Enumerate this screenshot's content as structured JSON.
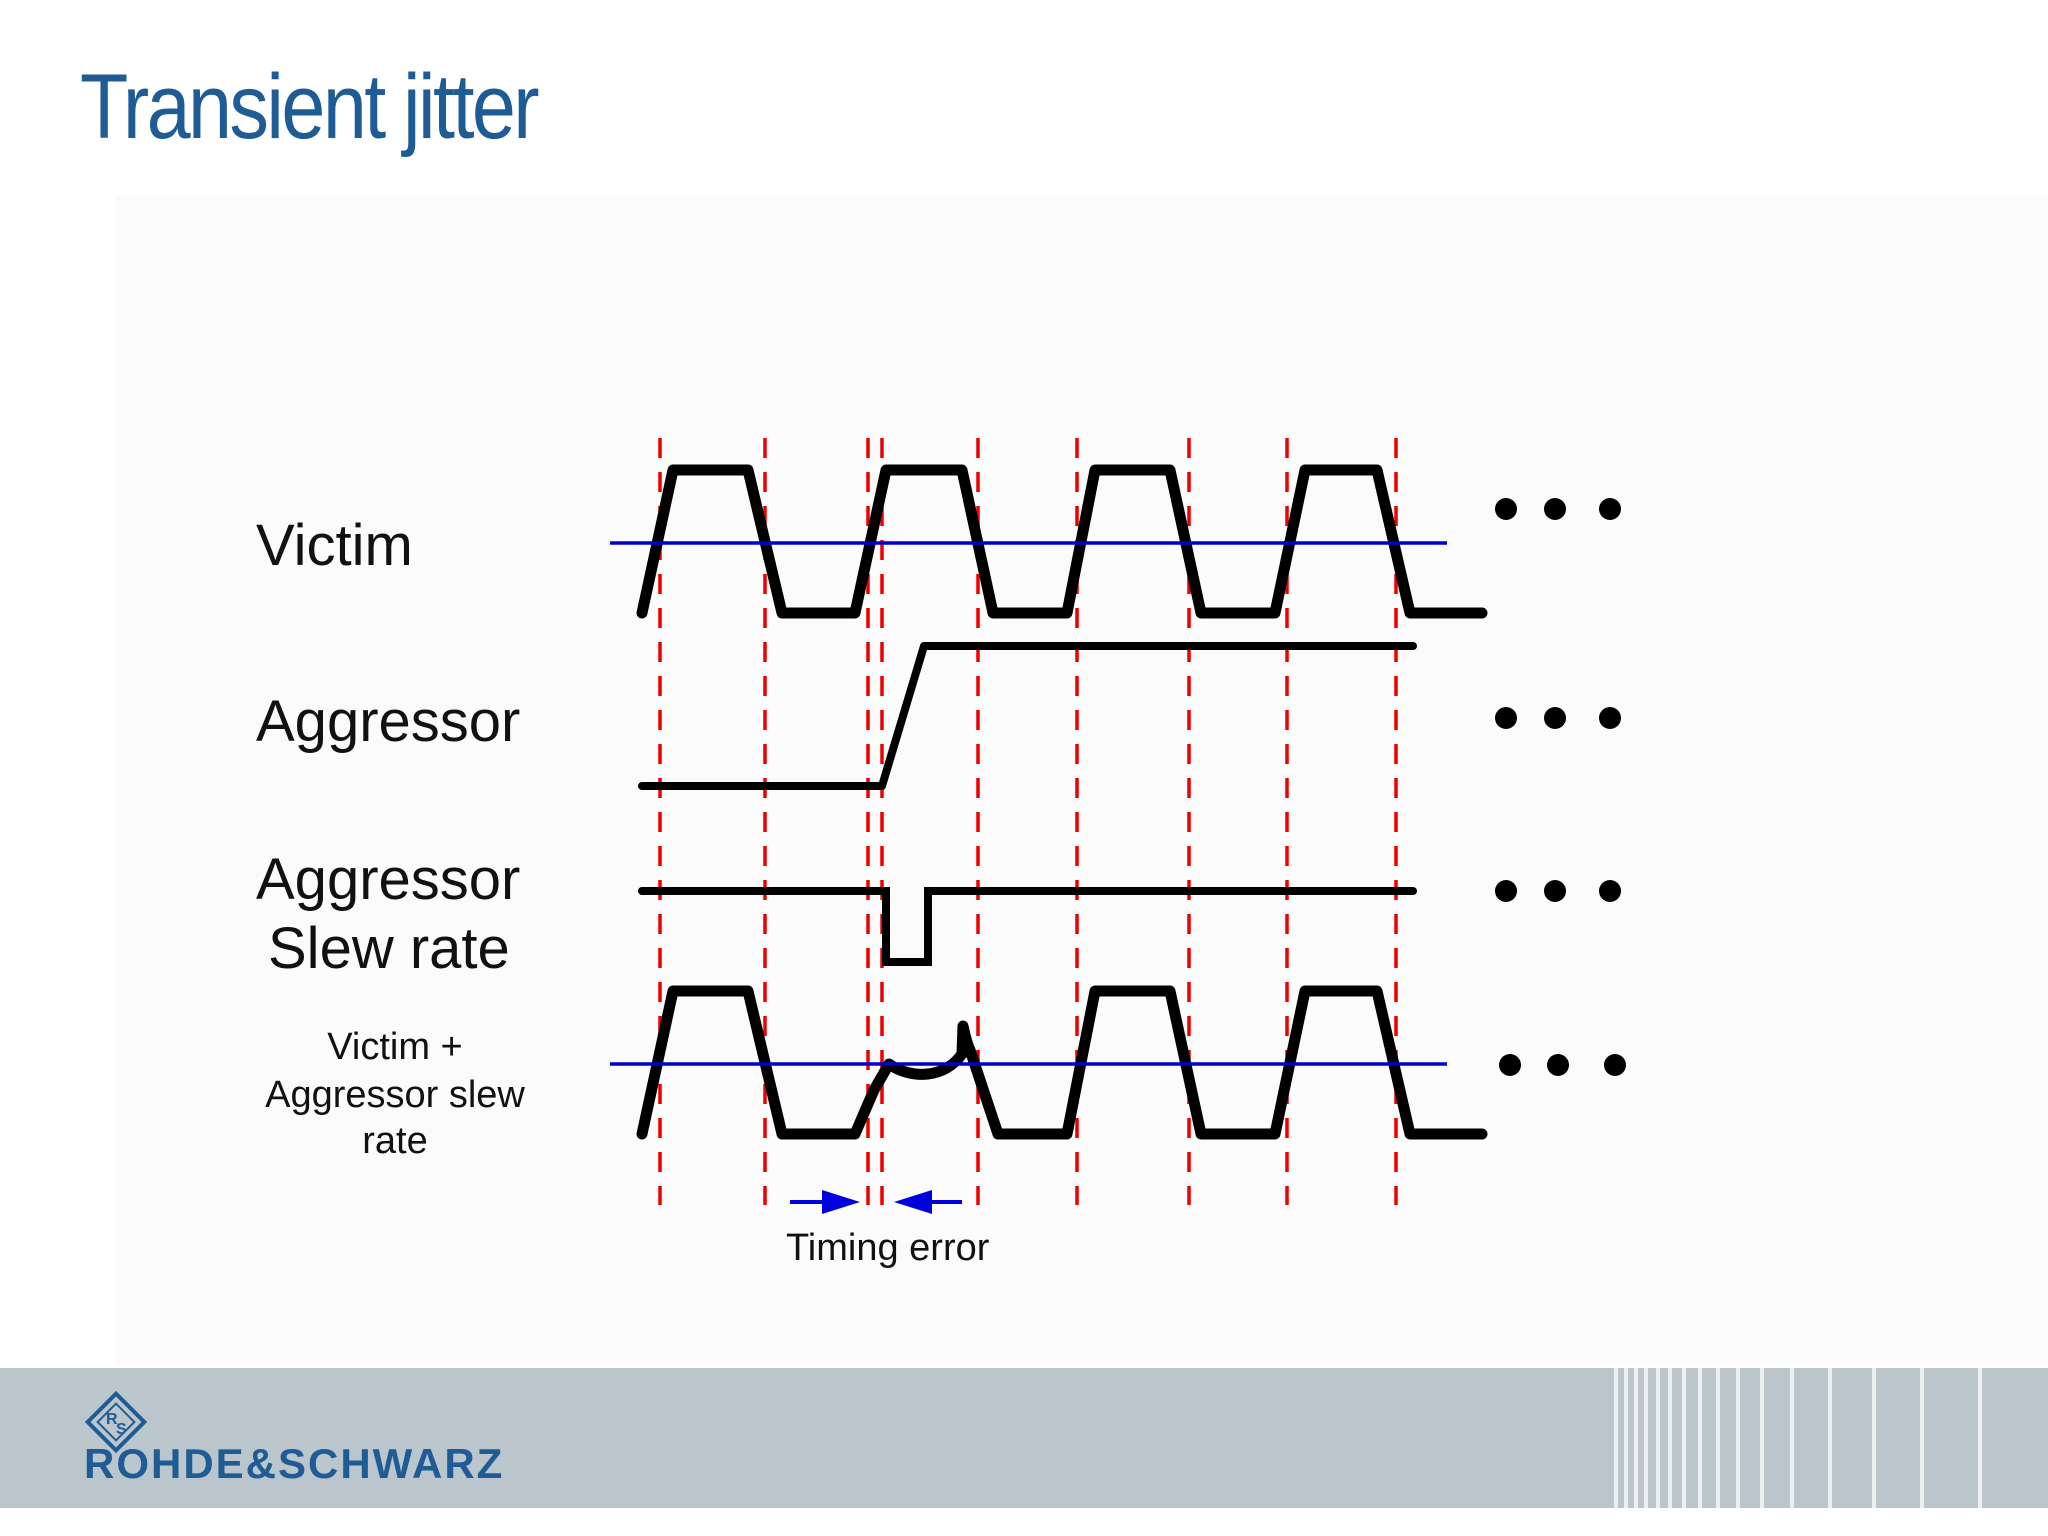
{
  "title": "Transient jitter",
  "labels": {
    "victim": "Victim",
    "aggressor": "Aggressor",
    "aggressor_slew_rate_line1": "Aggressor",
    "aggressor_slew_rate_line2": "Slew rate",
    "combined_line1": "Victim +",
    "combined_line2": "Aggressor slew",
    "combined_line3": "rate",
    "timing_error": "Timing error"
  },
  "ellipsis_glyph": "• • •",
  "brand": {
    "name": "ROHDE&SCHWARZ",
    "logo_letters": [
      "R",
      "S"
    ]
  },
  "colors": {
    "title": "#1f5b95",
    "waveform": "#000000",
    "threshold": "#0000cc",
    "clock_edges": "#ee0000",
    "footer": "#bac6cc",
    "brand": "#1f5b95"
  }
}
